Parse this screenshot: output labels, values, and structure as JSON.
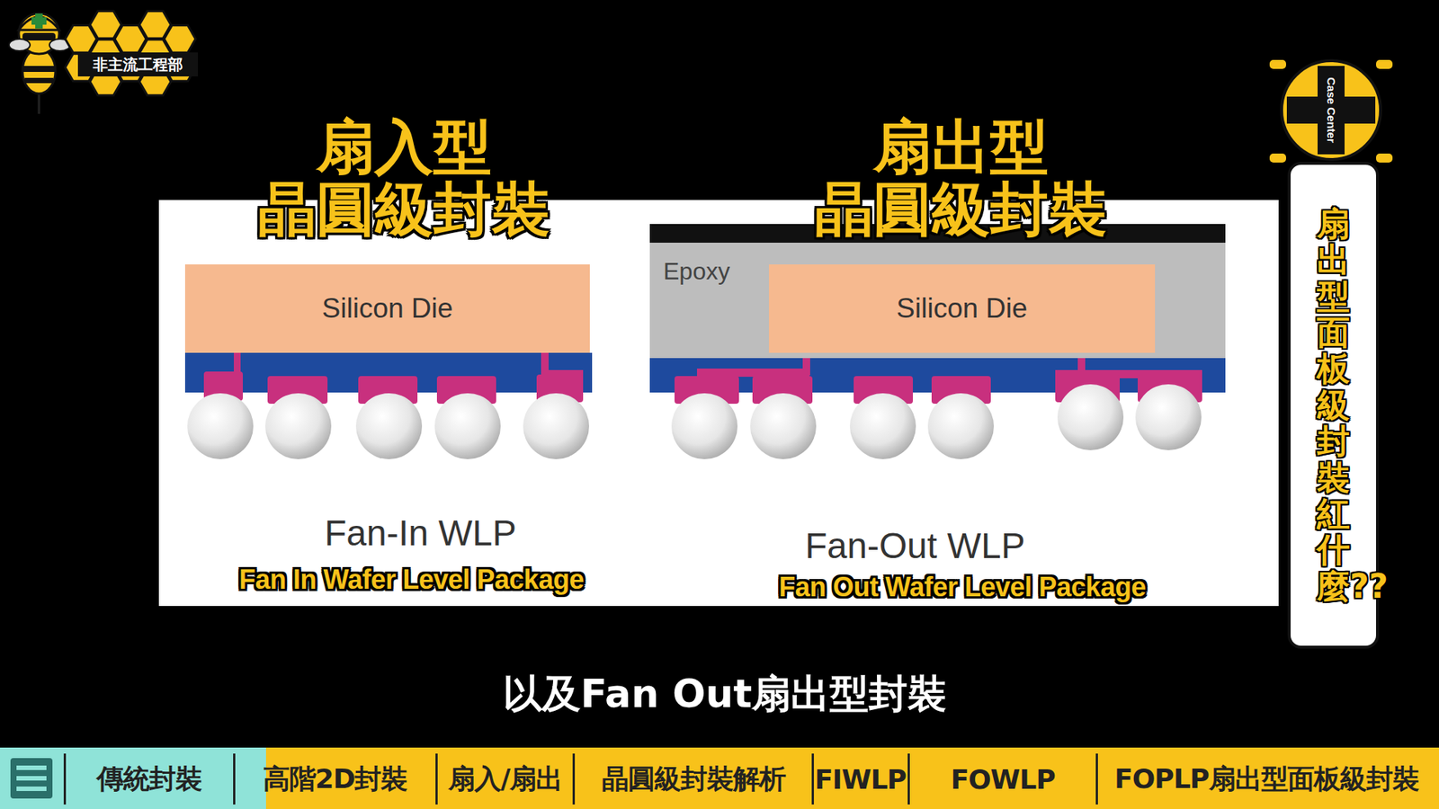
{
  "diagram": {
    "caption": "以及Fan Out扇出型封裝",
    "nodes": [
      {
        "text": [
          "Silicon Die"
        ]
      },
      {
        "text": [
          "Epoxy"
        ]
      },
      {
        "text": [
          "Silicon Die"
        ],
        "in": 1
      },
      {
        "text": [
          "扇出型面板級封裝紅什麼??"
        ]
      }
    ],
    "labels": [
      "非主流工程部",
      "Case Center",
      "扇入型",
      "晶圓級封裝",
      "扇出型",
      "晶圓級封裝",
      "Fan-In WLP",
      "Fan In Wafer Level Package",
      "Fan-Out WLP",
      "Fan Out Wafer Level Package",
      "傳統封裝",
      "高階2D封裝",
      "扇入/扇出",
      "晶圓級封裝解析",
      "FIWLP",
      "FOWLP",
      "FOPLP扇出型面板級封裝"
    ]
  }
}
